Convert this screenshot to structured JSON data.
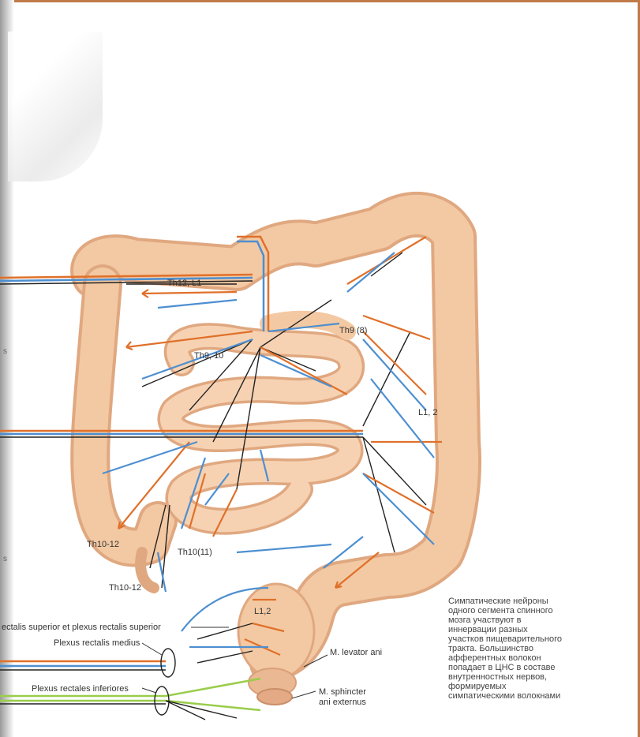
{
  "figure": {
    "segment_labels": {
      "th12_l1": "Th12, L1",
      "th9_10": "Th9, 10",
      "th9_8": "Th9 (8)",
      "l1_2_right": "L1, 2",
      "th10_12_left": "Th10-12",
      "th10_11": "Th10(11)",
      "th10_12_bottom": "Th10-12",
      "l1_2_bottom": "L1,2"
    },
    "plexus_labels": {
      "rectalis_superior": "ectalis superior et plexus rectalis superior",
      "rectalis_medius": "Plexus rectalis medius",
      "rectales_inferiores": "Plexus rectales inferiores",
      "levator_ani": "M. levator ani",
      "sphincter_line1": "M. sphincter",
      "sphincter_line2": "ani externus"
    },
    "margin_letters": [
      "s",
      "s"
    ]
  },
  "caption": {
    "lines": [
      "Симпатические нейроны",
      "одного сегмента спинного",
      "мозга участвуют в",
      "иннервации разных",
      "участков пищеварительного",
      "тракта. Большинство",
      "афферентных волокон",
      "попадает в ЦНС в составе",
      "внутренностных нервов,",
      "формируемых",
      "симпатическими волокнами"
    ]
  },
  "colors": {
    "frame": "#c07a4a",
    "intestine": "#f3c9a3",
    "intestine_edge": "#e0a880",
    "efferent": "#e0702a",
    "afferent": "#4d8fd0",
    "nerve": "#222222",
    "pelvic": "#9acd4a"
  }
}
